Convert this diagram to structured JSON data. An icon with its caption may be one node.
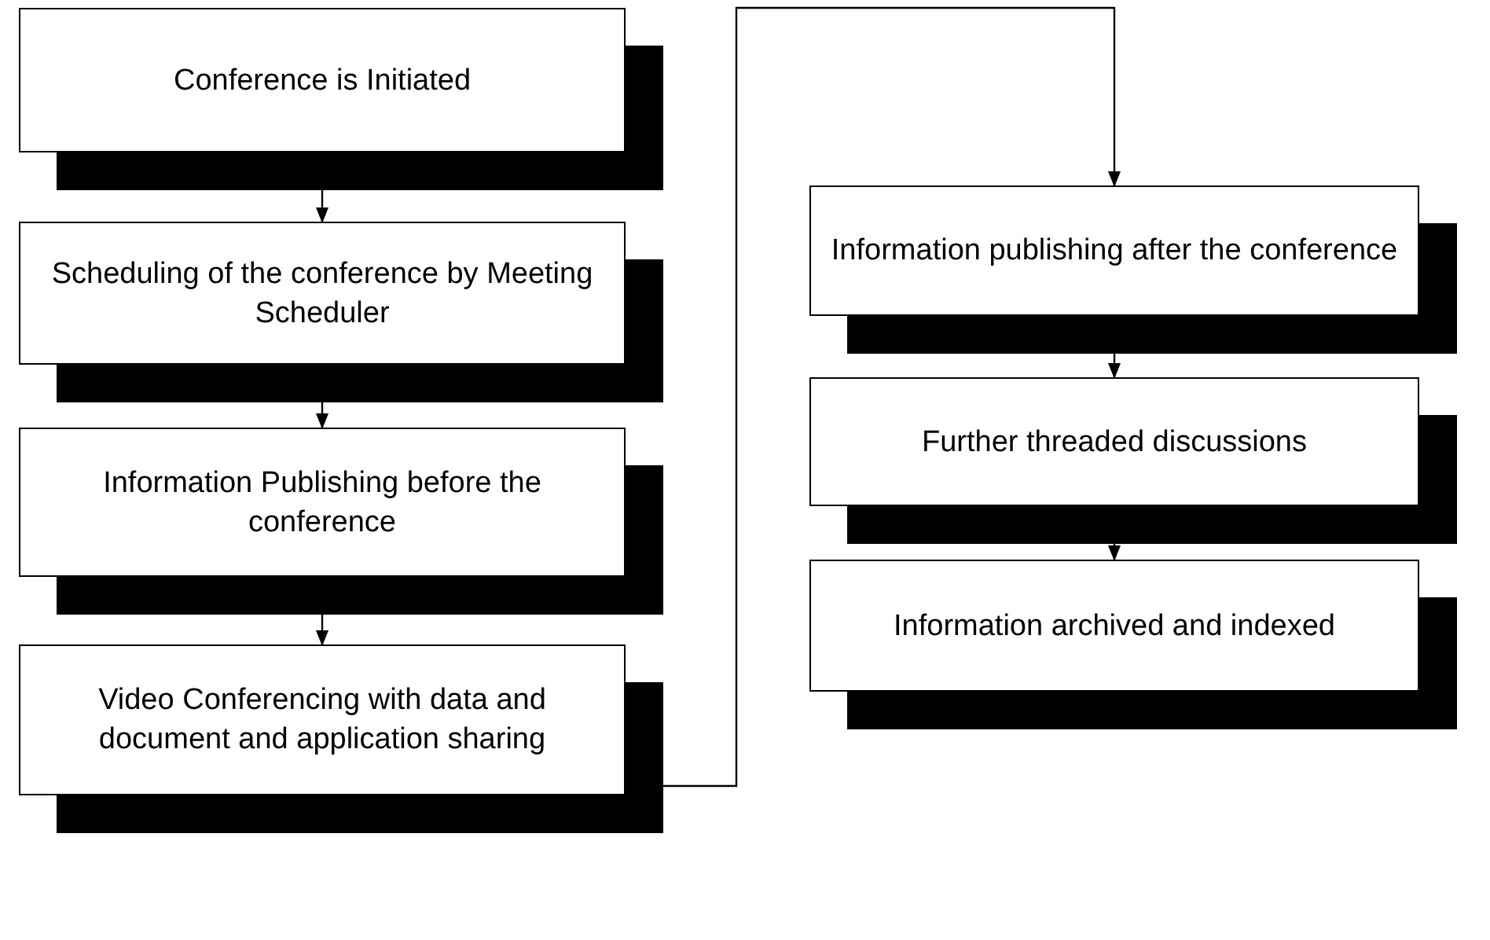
{
  "diagram": {
    "nodes": [
      {
        "text": [
          "Conference is Initiated"
        ]
      },
      {
        "text": [
          "Scheduling of the conference by Meeting Scheduler"
        ]
      },
      {
        "text": [
          "Information Publishing before the conference"
        ]
      },
      {
        "text": [
          "Video Conferencing with data and document and application sharing"
        ]
      },
      {
        "text": [
          "Information publishing after the conference"
        ]
      },
      {
        "text": [
          "Further threaded discussions"
        ]
      },
      {
        "text": [
          "Information archived and indexed"
        ]
      }
    ],
    "edges": [
      {
        "from": 0,
        "to": 1,
        "arrow": "to"
      },
      {
        "from": 1,
        "to": 2,
        "arrow": "to"
      },
      {
        "from": 2,
        "to": 3,
        "arrow": "to"
      },
      {
        "from": 3,
        "to": 4,
        "arrow": "to"
      },
      {
        "from": 4,
        "to": 5,
        "arrow": "to"
      },
      {
        "from": 5,
        "to": 6,
        "arrow": "to"
      }
    ]
  }
}
